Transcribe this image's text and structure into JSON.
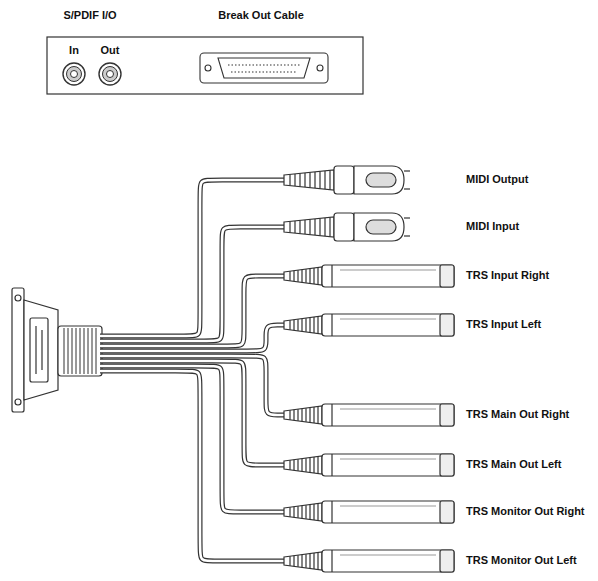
{
  "diagram": {
    "nodes": [
      {
        "text": [
          "S/PDIF I/O",
          "Break Out Cable",
          "In",
          "Out"
        ]
      }
    ],
    "labels": [
      "MIDI Output",
      "MIDI Input",
      "TRS Input Right",
      "TRS Input Left",
      "TRS Main Out Right",
      "TRS Main Out Left",
      "TRS Monitor Out Right",
      "TRS Monitor Out Left"
    ]
  }
}
